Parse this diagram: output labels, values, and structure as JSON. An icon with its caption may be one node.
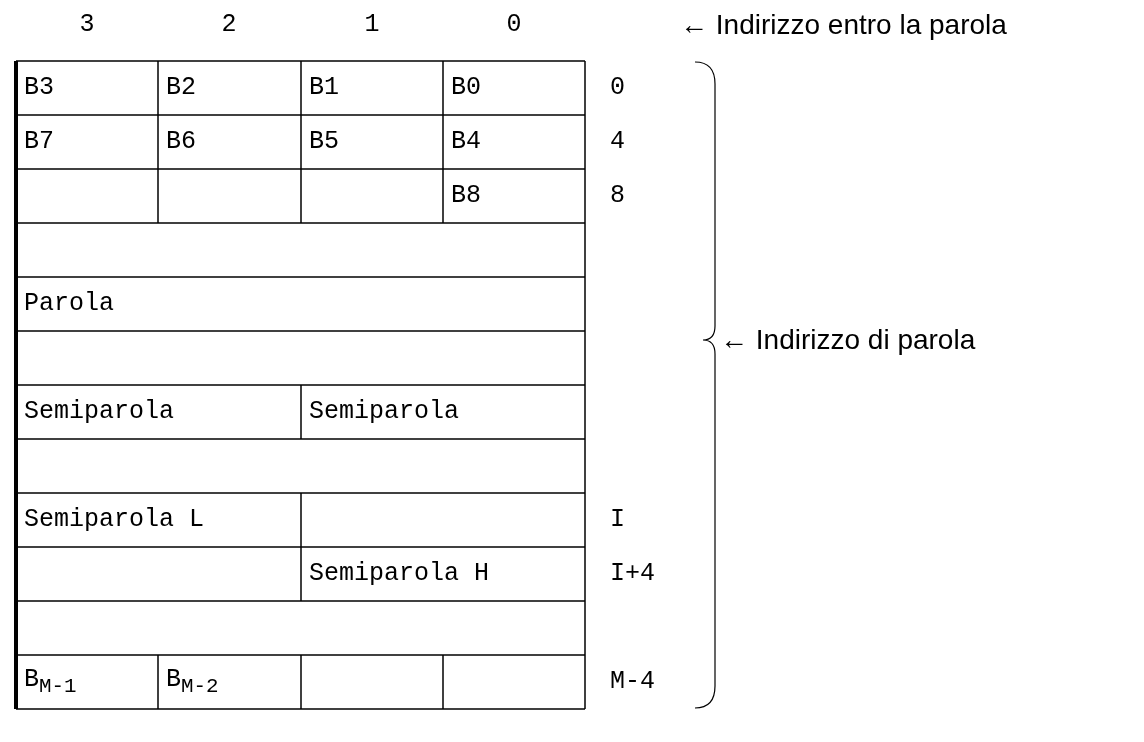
{
  "diagram": {
    "labels": [
      "3",
      "2",
      "1",
      "0",
      "← Indirizzo entro la parola",
      "B3",
      "B2",
      "B1",
      "B0",
      "0",
      "B7",
      "B6",
      "B5",
      "B4",
      "4",
      "B8",
      "8",
      "Parola",
      "← Indirizzo di parola",
      "Semiparola",
      "Semiparola",
      "Semiparola L",
      "I",
      "Semiparola H",
      "I+4",
      "B$_{M-1}$",
      "B$_{M-2}$",
      "M-4"
    ]
  }
}
